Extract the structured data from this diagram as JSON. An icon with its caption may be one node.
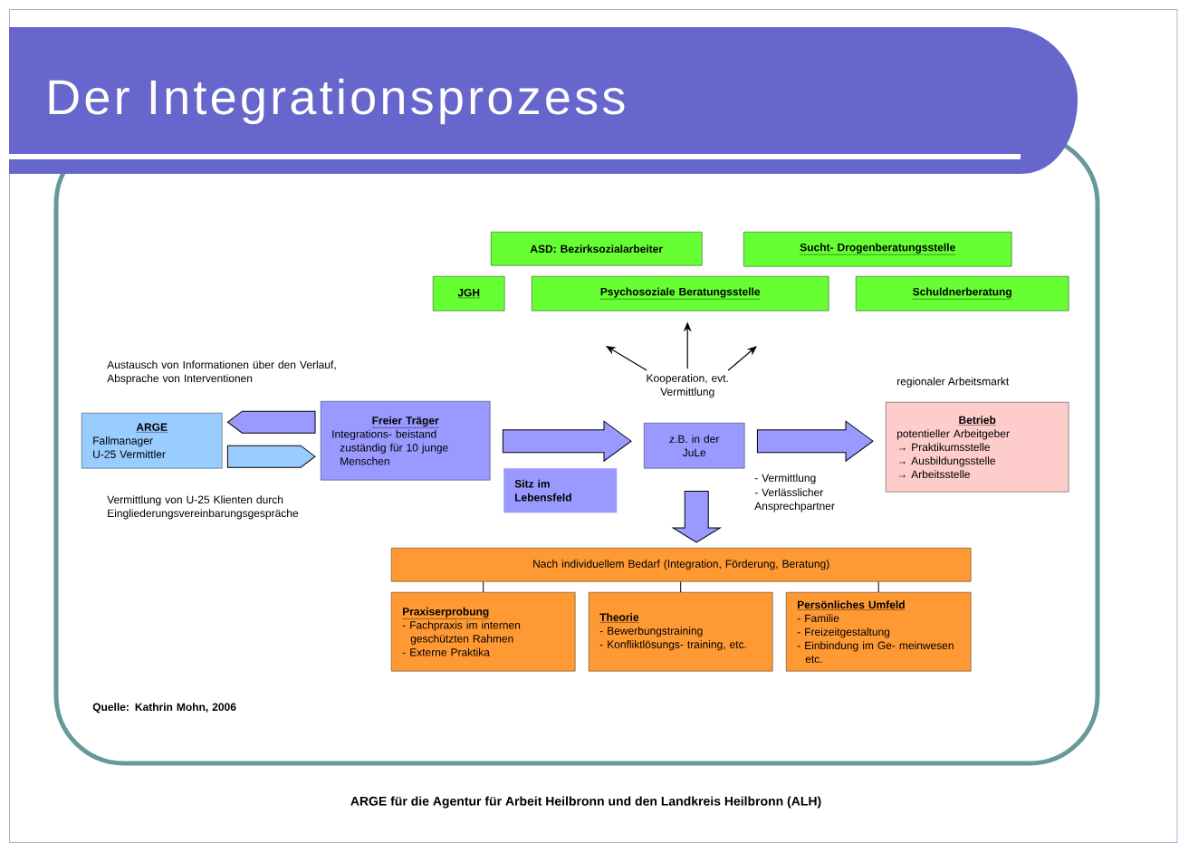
{
  "diagram": {
    "title": "Der Integrationsprozess",
    "caption": "ARGE für die Agentur für Arbeit Heilbronn und den Landkreis Heilbronn (ALH)",
    "nodes": [
      {
        "text": [
          "ASD: Bezirksozialarbeiter"
        ]
      },
      {
        "text": [
          "Sucht- Drogenberatungsstelle"
        ]
      },
      {
        "text": [
          "JGH"
        ]
      },
      {
        "text": [
          "Psychosoziale Beratungsstelle"
        ]
      },
      {
        "text": [
          "Schuldnerberatung"
        ]
      },
      {
        "text": [
          "ARGE",
          "Fallmanager",
          "U-25 Vermittler"
        ]
      },
      {
        "text": [
          "Freier Träger",
          "Integrations- beistand zuständig für 10 junge Menschen"
        ]
      },
      {
        "text": [
          "Sitz im Lebensfeld"
        ]
      },
      {
        "text": [
          "Kooperation, evt. Vermittlung"
        ]
      },
      {
        "text": [
          "z.B. in der JuLe"
        ]
      },
      {
        "text": [
          "Betrieb",
          "potentieller Arbeitgeber",
          "→ Praktikumsstelle",
          "→ Ausbildungsstelle",
          "→ Arbeitsstelle"
        ],
        "beside": [
          "regionaler Arbeitsmarkt"
        ]
      },
      {
        "text": [
          "Nach individuellem Bedarf (Integration, Förderung, Beratung)"
        ]
      },
      {
        "text": [
          "Praxiserprobung",
          "- Fachpraxis im internen geschützten Rahmen",
          "- Externe Praktika"
        ]
      },
      {
        "text": [
          "Theorie",
          "- Bewerbungstraining",
          "- Konfliktlösungs- training, etc."
        ]
      },
      {
        "text": [
          "Persönliches Umfeld",
          "- Familie",
          "- Freizeitgestaltung",
          "- Einbindung im Ge- meinwesen etc."
        ]
      }
    ],
    "edges": [
      {
        "from": 6,
        "to": 5,
        "arrow": "to"
      },
      {
        "from": 5,
        "to": 6,
        "arrow": "to"
      },
      {
        "from": 6,
        "to": 9,
        "arrow": "to"
      },
      {
        "from": 9,
        "to": 10,
        "arrow": "to"
      },
      {
        "from": 9,
        "to": 11,
        "arrow": "to"
      },
      {
        "from": 8,
        "to": null,
        "arrow": "to"
      },
      {
        "from": 8,
        "to": 3,
        "arrow": "to"
      },
      {
        "from": 8,
        "to": null,
        "arrow": "to"
      },
      {
        "from": 11,
        "to": 12,
        "arrow": "none"
      },
      {
        "from": 11,
        "to": 13,
        "arrow": "none"
      },
      {
        "from": 11,
        "to": 14,
        "arrow": "none"
      }
    ],
    "labels": [
      "Austausch von Informationen über den Verlauf, Absprache von Interventionen",
      "Vermittlung von U-25 Klienten durch Eingliederungsvereinbarungsgespräche",
      "- Vermittlung",
      "- Verlässlicher Ansprechpartner",
      "Quelle: Kathrin Mohn, 2006"
    ]
  }
}
